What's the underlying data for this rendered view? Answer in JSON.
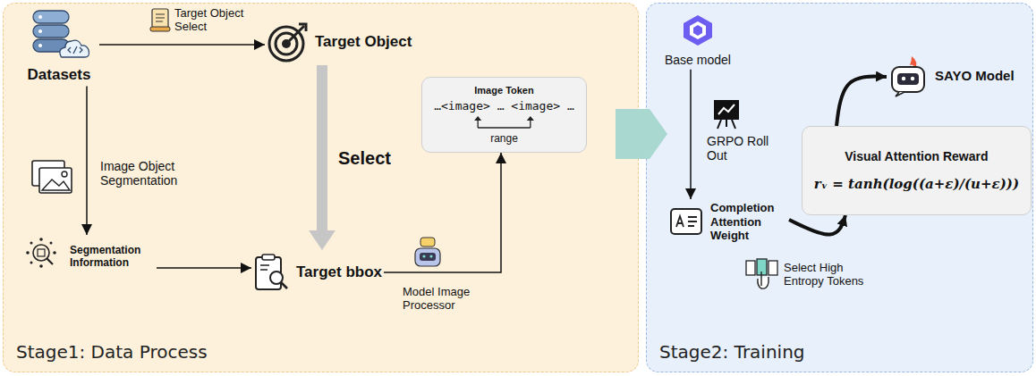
{
  "diagram": {
    "nodes": [
      {
        "text": [
          "Stage1: Data Process"
        ]
      },
      {
        "text": [
          "Datasets"
        ],
        "in": 0
      },
      {
        "text": [
          "Target Object"
        ],
        "in": 0
      },
      {
        "text": [
          "Segmentation Information"
        ],
        "in": 0
      },
      {
        "text": [
          "Target bbox"
        ],
        "in": 0
      },
      {
        "text": [
          "Image Token",
          "…<image> … <image> …",
          "range"
        ],
        "in": 0
      },
      {
        "text": [
          "Stage2: Training"
        ]
      },
      {
        "text": [
          "Base model"
        ],
        "in": 6
      },
      {
        "text": [
          "Completion Attention Weight"
        ],
        "in": 6
      },
      {
        "text": [
          "Visual Attention Reward",
          "rᵥ = tanh(log((a+ε)/(u+ε)))"
        ],
        "in": 6
      },
      {
        "text": [
          "SAYO Model"
        ],
        "in": 6
      }
    ],
    "edges": [
      {
        "from": 1,
        "to": 2,
        "arrow": "to",
        "label": "Target Object Select"
      },
      {
        "from": 1,
        "to": 3,
        "arrow": "to",
        "label": "Image Object Segmentation"
      },
      {
        "from": 2,
        "to": 4,
        "arrow": "to",
        "label": "Select"
      },
      {
        "from": 3,
        "to": 4,
        "arrow": "to"
      },
      {
        "from": 4,
        "to": 5,
        "arrow": "to",
        "label": "Model Image Processor"
      },
      {
        "from": 0,
        "to": 6,
        "arrow": "to"
      },
      {
        "from": 7,
        "to": 8,
        "arrow": "to",
        "label": "GRPO Roll Out"
      },
      {
        "from": 8,
        "to": 9,
        "arrow": "to"
      },
      {
        "from": 9,
        "to": 10,
        "arrow": "to"
      }
    ],
    "labels": [
      "Select High Entropy Tokens"
    ]
  }
}
